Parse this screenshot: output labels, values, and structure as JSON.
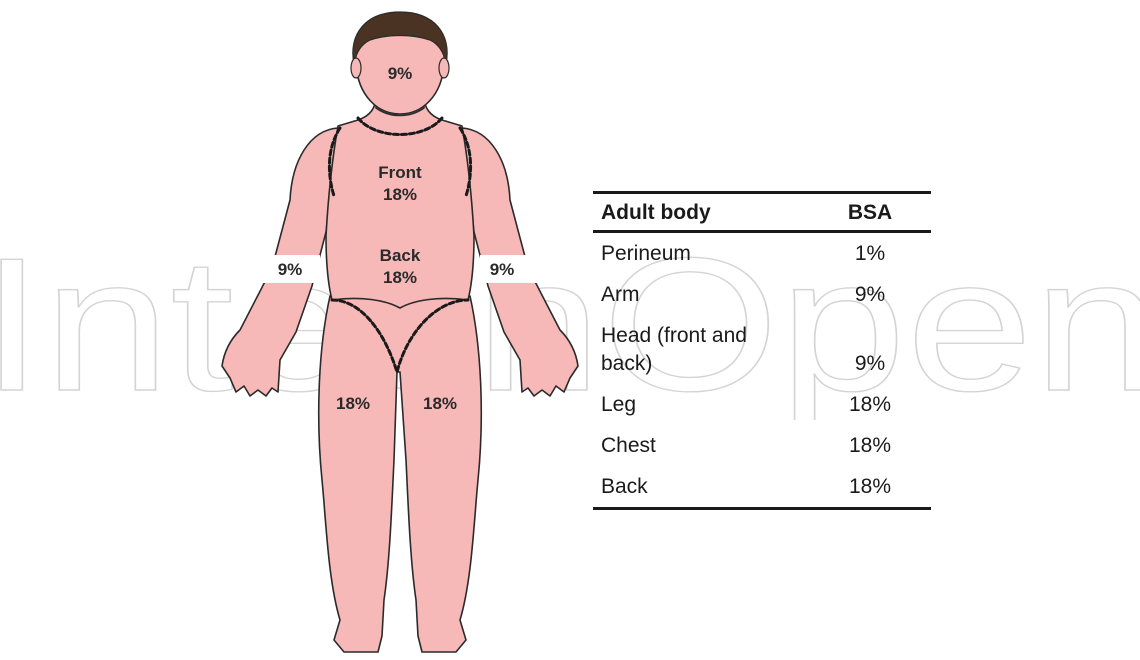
{
  "watermark": {
    "text": "IntechOpen"
  },
  "figure": {
    "head": "9%",
    "trunk_front_title": "Front",
    "trunk_front_value": "18%",
    "trunk_back_title": "Back",
    "trunk_back_value": "18%",
    "arm_left": "9%",
    "arm_right": "9%",
    "leg_left": "18%",
    "leg_right": "18%",
    "colors": {
      "skin": "#f7b8b8",
      "hair": "#4a3322",
      "outline": "#2a2a2a"
    }
  },
  "table": {
    "headers": [
      "Adult body",
      "BSA"
    ],
    "rows": [
      {
        "region": "Perineum",
        "bsa": "1%"
      },
      {
        "region": "Arm",
        "bsa": "9%"
      },
      {
        "region": "Head (front and back)",
        "bsa": "9%"
      },
      {
        "region": "Leg",
        "bsa": "18%"
      },
      {
        "region": "Chest",
        "bsa": "18%"
      },
      {
        "region": "Back",
        "bsa": "18%"
      }
    ]
  }
}
